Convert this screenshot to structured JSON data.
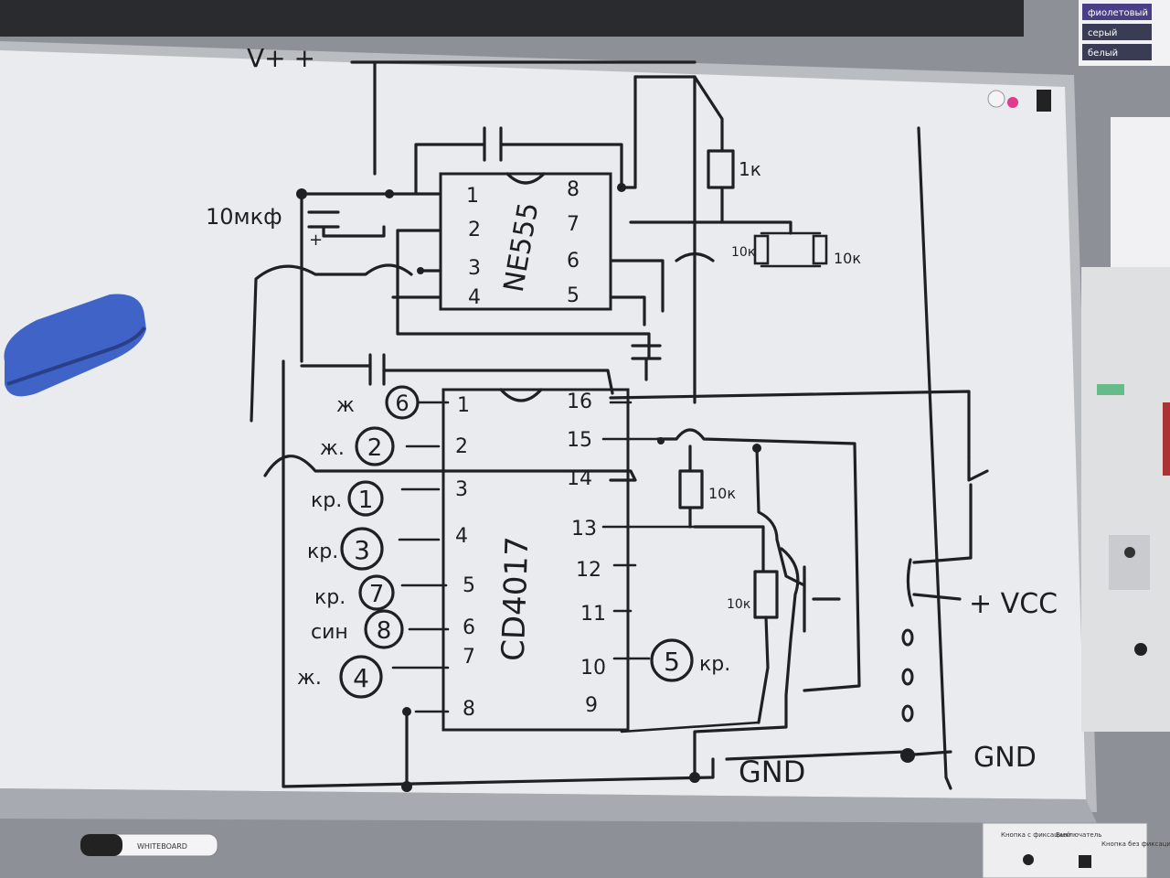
{
  "board": {
    "colors": {
      "board": "#e9ebee",
      "frame": "#b9bcc1",
      "ink": "#202024",
      "wall": "#8d9096"
    },
    "legend_tags": [
      "фиолетовый",
      "серый",
      "белый"
    ],
    "marker_label": "WHITEBOARD"
  },
  "schematic": {
    "power_top": "V+ +",
    "cap_main": "10мкф",
    "timer": {
      "name": "NE555",
      "left_pins": [
        "1",
        "2",
        "3",
        "4"
      ],
      "right_pins": [
        "8",
        "7",
        "6",
        "5"
      ]
    },
    "counter": {
      "name": "CD4017",
      "left_pins": [
        "1",
        "2",
        "3",
        "4",
        "5",
        "6",
        "7",
        "8"
      ],
      "right_pins": [
        "16",
        "15",
        "14",
        "13",
        "12",
        "11",
        "10",
        "9"
      ]
    },
    "resistors": {
      "r1": "1к",
      "r2": "10к",
      "r3": "10к",
      "r4": "10к",
      "r5": "10к"
    },
    "outputs": [
      {
        "prefix": "ж",
        "num": "6"
      },
      {
        "prefix": "ж.",
        "num": "2"
      },
      {
        "prefix": "кр.",
        "num": "1"
      },
      {
        "prefix": "кр.",
        "num": "3"
      },
      {
        "prefix": "кр.",
        "num": "7"
      },
      {
        "prefix": "син",
        "num": "8"
      },
      {
        "prefix": "ж.",
        "num": "4"
      }
    ],
    "output_right": {
      "num": "5",
      "suffix": "кр."
    },
    "vcc": "+ VCC",
    "gnd_inner": "GND",
    "gnd_outer": "GND"
  },
  "bottom_panel": [
    "Кнопка с фиксацией",
    "Выключатель",
    "Кнопка без фиксации"
  ]
}
